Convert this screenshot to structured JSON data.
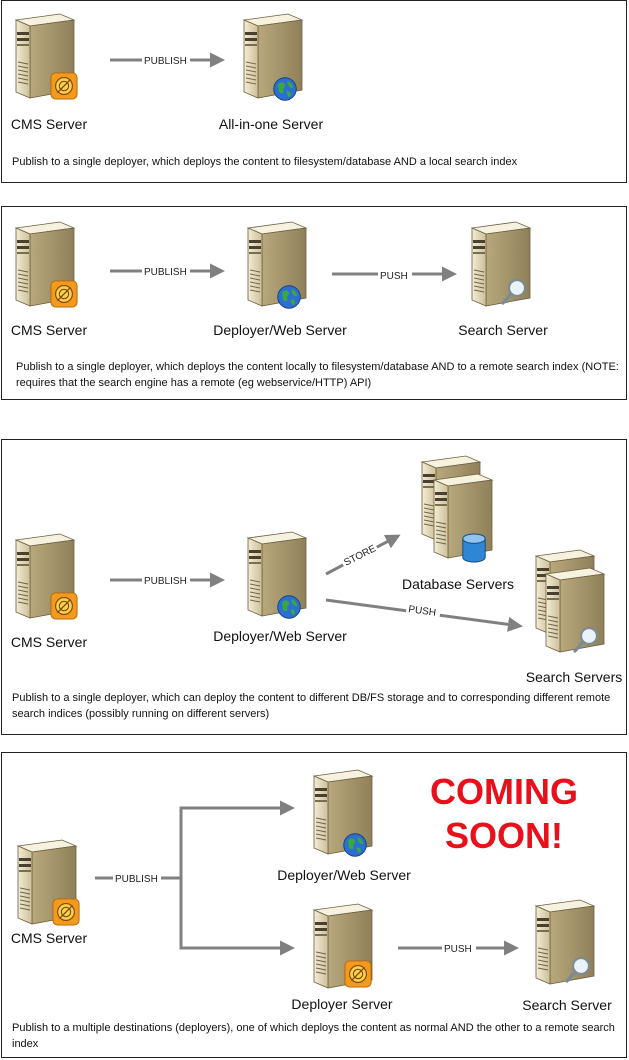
{
  "panels": [
    {
      "nodes": [
        "CMS Server",
        "All-in-one Server"
      ],
      "arrows": [
        "PUBLISH"
      ],
      "caption": "Publish to a single deployer, which deploys the content to filesystem/database AND a local search index"
    },
    {
      "nodes": [
        "CMS Server",
        "Deployer/Web Server",
        "Search Server"
      ],
      "arrows": [
        "PUBLISH",
        "PUSH"
      ],
      "caption": "Publish to a single deployer, which deploys the content locally to filesystem/database AND to a remote search index (NOTE: requires that the search engine has a remote (eg webservice/HTTP) API)"
    },
    {
      "nodes": [
        "CMS Server",
        "Deployer/Web Server",
        "Database Servers",
        "Search Servers"
      ],
      "arrows": [
        "PUBLISH",
        "STORE",
        "PUSH"
      ],
      "caption": "Publish to a single deployer, which can deploy the content to different DB/FS storage and to corresponding different remote search indices (possibly running on different servers)"
    },
    {
      "nodes": [
        "CMS Server",
        "Deployer/Web Server",
        "Deployer Server",
        "Search Server"
      ],
      "arrows": [
        "PUBLISH",
        "PUSH"
      ],
      "banner": [
        "COMING",
        "SOON!"
      ],
      "caption": "Publish to a multiple destinations (deployers), one of which deploys the content as normal AND the other to a remote search index"
    }
  ],
  "colors": {
    "banner": "#e8111b",
    "arrow": "#808080",
    "server_body": "#e6dcc0",
    "cms_badge": "#f39a1c",
    "globe": "#2a6fd1"
  },
  "icons": {
    "cms": "cms-badge-icon",
    "web": "globe-icon",
    "search": "magnifier-icon",
    "database": "database-cylinder-icon"
  }
}
